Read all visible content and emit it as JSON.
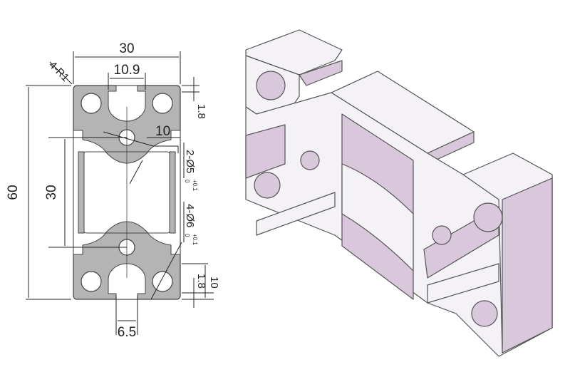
{
  "drawing": {
    "width_label": "30",
    "corner_radius_label": "4-R1",
    "slot_width_label": "10.9",
    "wall_thickness_top_label": "1.8",
    "slot_offset_label": "10",
    "small_hole_label": "2-Ø5",
    "small_hole_tol_upper": "+0.1",
    "small_hole_tol_lower": "0",
    "height_label": "60",
    "inner_height_label": "30",
    "large_hole_label": "4-Ø6",
    "large_hole_tol_upper": "+0.1",
    "large_hole_tol_lower": "0",
    "wall_thickness_bottom_label": "1.8",
    "bottom_offset_label": "10",
    "slot_opening_label": "6.5"
  },
  "colors": {
    "profile_fill": "#b4b4b4",
    "face_light": "#f4f2f6",
    "face_shade": "#d9c7dc"
  }
}
